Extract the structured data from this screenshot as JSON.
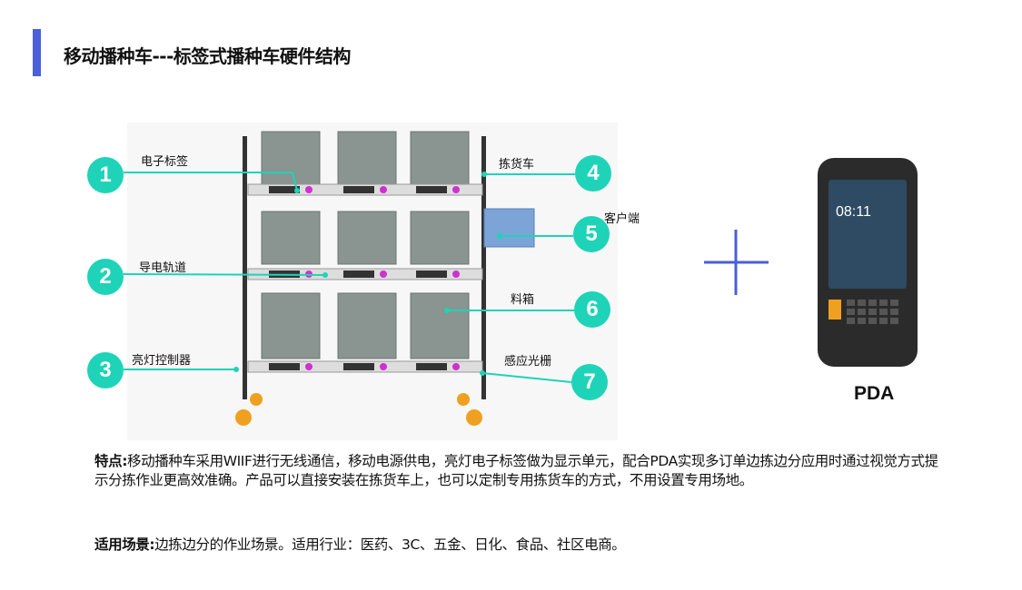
{
  "title": "移动播种车---标签式播种车硬件结构",
  "callouts": [
    {
      "num": "1",
      "label": "电子标签"
    },
    {
      "num": "2",
      "label": "导电轨道"
    },
    {
      "num": "3",
      "label": "亮灯控制器"
    },
    {
      "num": "4",
      "label": "拣货车"
    },
    {
      "num": "5",
      "label": "客户端"
    },
    {
      "num": "6",
      "label": "料箱"
    },
    {
      "num": "7",
      "label": "感应光栅"
    }
  ],
  "plus_icon": "plus",
  "pda": {
    "label": "PDA",
    "screen_time": "08:11"
  },
  "features": {
    "heading": "特点:",
    "text": "移动播种车采用WIIF进行无线通信，移动电源供电，亮灯电子标签做为显示单元，配合PDA实现多订单边拣边分应用时通过视觉方式提示分拣作业更高效准确。产品可以直接安装在拣货车上，也可以定制专用拣货车的方式，不用设置专用场地。"
  },
  "scenarios": {
    "heading": "适用场景:",
    "text": "边拣边分的作业场景。适用行业：医药、3C、五金、日化、食品、社区电商。"
  },
  "colors": {
    "accent": "#4a5fd9",
    "callout": "#1fd3b8"
  }
}
